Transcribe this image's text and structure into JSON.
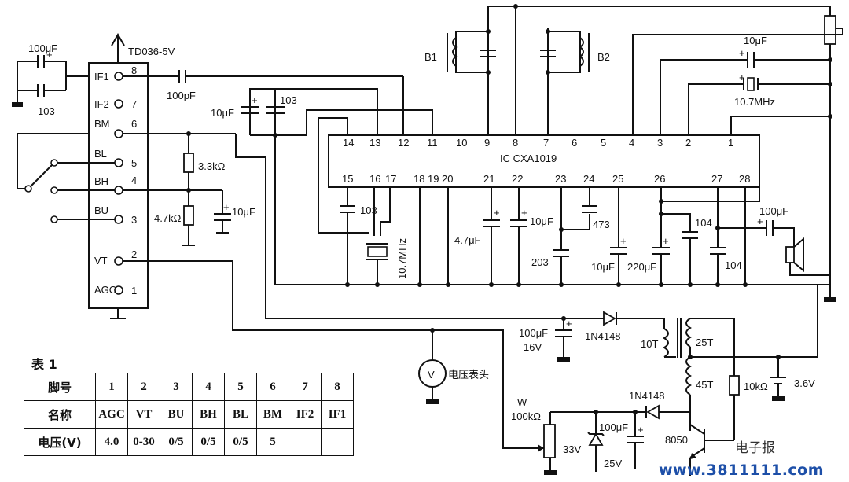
{
  "module": {
    "name": "TD036-5V",
    "pins": [
      {
        "label": "IF1",
        "num": "8"
      },
      {
        "label": "IF2",
        "num": "7"
      },
      {
        "label": "BM",
        "num": "6"
      },
      {
        "label": "BL",
        "num": "5"
      },
      {
        "label": "BH",
        "num": "4"
      },
      {
        "label": "BU",
        "num": "3"
      },
      {
        "label": "VT",
        "num": "2"
      },
      {
        "label": "AGC",
        "num": "1"
      }
    ]
  },
  "ic": {
    "name": "IC  CXA1019",
    "top_pins": [
      "14",
      "13",
      "12",
      "11",
      "10",
      "9",
      "8",
      "7",
      "6",
      "5",
      "4",
      "3",
      "2",
      "1"
    ],
    "bottom_pins": [
      "15",
      "16",
      "17",
      "18",
      "19",
      "20",
      "21",
      "22",
      "23",
      "24",
      "25",
      "26",
      "27",
      "28"
    ]
  },
  "components": {
    "c_100uF_top": "100μF",
    "c_103_left": "103",
    "c_100pF": "100pF",
    "c_10uF_a": "10μF",
    "c_103_a": "103",
    "r_3k3": "3.3kΩ",
    "r_4k7": "4.7kΩ",
    "c_10uF_b": "10μF",
    "b1": "B1",
    "b2": "B2",
    "c_10uF_c": "10μF",
    "xtal_top": "10.7MHz",
    "c_103_b": "103",
    "xtal_bottom": "10.7MHz",
    "c_4u7": "4.7μF",
    "c_10uF_d": "10μF",
    "c_473": "473",
    "c_203": "203",
    "c_10uF_e": "10μF",
    "c_220uF": "220μF",
    "c_104_a": "104",
    "c_104_b": "104",
    "c_100uF_out": "100μF",
    "d_1n4148_a": "1N4148",
    "c_100uF_16v_a": "100μF",
    "c_100uF_16v_b": "16V",
    "t_10t": "10T",
    "t_25t": "25T",
    "t_45t": "45T",
    "d_1n4148_b": "1N4148",
    "r_10k": "10kΩ",
    "bat_3v6": "3.6V",
    "meter_symbol": "V",
    "meter_label": "电压表头",
    "pot_w": "W",
    "pot_100k": "100kΩ",
    "zener_33v": "33V",
    "c_100uF_25v_a": "100μF",
    "c_100uF_25v_b": "25V",
    "q_8050": "8050"
  },
  "table": {
    "title": "表 1",
    "rows": [
      {
        "head": "脚号",
        "cells": [
          "1",
          "2",
          "3",
          "4",
          "5",
          "6",
          "7",
          "8"
        ]
      },
      {
        "head": "名称",
        "cells": [
          "AGC",
          "VT",
          "BU",
          "BH",
          "BL",
          "BM",
          "IF2",
          "IF1"
        ]
      },
      {
        "head": "电压(V)",
        "cells": [
          "4.0",
          "0-30",
          "0/5",
          "0/5",
          "0/5",
          "5",
          "",
          ""
        ]
      }
    ]
  },
  "watermark": "电子报",
  "website": "www.3811111.com"
}
